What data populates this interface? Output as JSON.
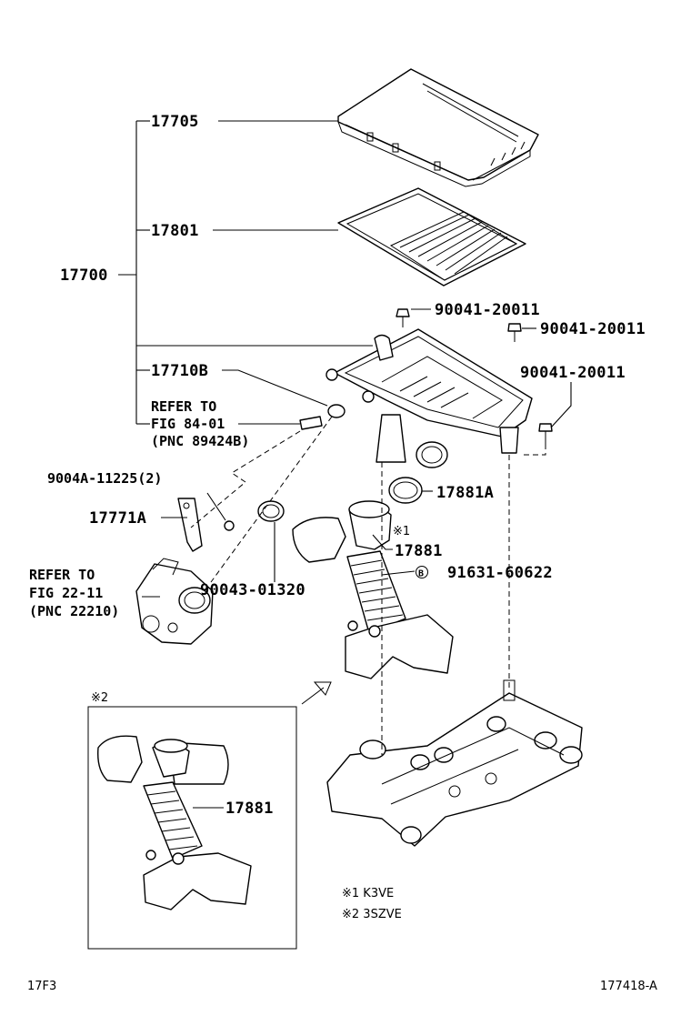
{
  "labels": {
    "p17705": "17705",
    "p17801": "17801",
    "p17700": "17700",
    "p90041_a": "90041-20011",
    "p90041_b": "90041-20011",
    "p90041_c": "90041-20011",
    "p17710B": "17710B",
    "refer84_line1": "REFER TO",
    "refer84_line2": "FIG 84-01",
    "refer84_line3": "(PNC 89424B)",
    "p9004A": "9004A-11225(2)",
    "p17881A": "17881A",
    "note1_mark": "※1",
    "p17881_main": "17881",
    "p17771A": "17771A",
    "p91631_mark": "B",
    "p91631": "91631-60622",
    "refer22_line1": "REFER TO",
    "refer22_line2": "FIG 22-11",
    "refer22_line3": "(PNC 22210)",
    "p90043": "90043-01320",
    "note2_box_mark": "※2",
    "p17881_alt": "17881",
    "legend_1": "※1 K3VE",
    "legend_2": "※2 3SZVE",
    "footer_left": "17F3",
    "footer_right": "177418-A"
  }
}
